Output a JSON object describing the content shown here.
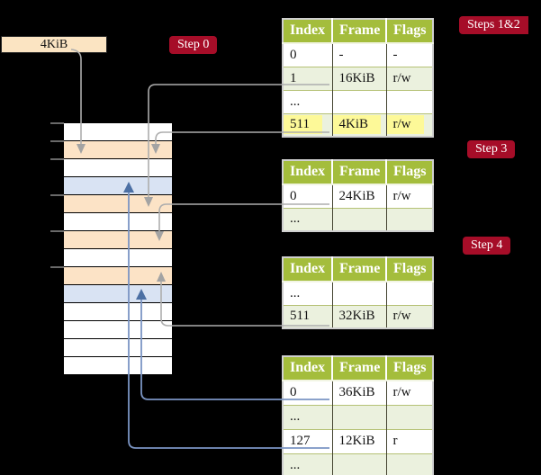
{
  "title_box": {
    "label": "4KiB"
  },
  "step_labels": [
    {
      "id": "step0",
      "label": "Step 0"
    },
    {
      "id": "steps12",
      "label": "Steps 1&2"
    },
    {
      "id": "step3",
      "label": "Step 3"
    },
    {
      "id": "step4",
      "label": "Step 4"
    }
  ],
  "memory": {
    "frames": [
      "white",
      "wheat",
      "white",
      "blue",
      "wheat",
      "white",
      "wheat",
      "white",
      "wheat",
      "blue",
      "white",
      "white",
      "white",
      "white"
    ]
  },
  "tables": [
    {
      "name": "page-table-steps-1-2",
      "headers": [
        "Index",
        "Frame",
        "Flags"
      ],
      "rows": [
        {
          "index": "0",
          "frame": "-",
          "flags": "-"
        },
        {
          "index": "1",
          "frame": "16KiB",
          "flags": "r/w",
          "underline": "gray"
        },
        {
          "index": "...",
          "frame": "",
          "flags": ""
        },
        {
          "index": "511",
          "frame": "4KiB",
          "flags": "r/w",
          "underline": "gray",
          "highlight": true
        }
      ]
    },
    {
      "name": "page-table-step-3",
      "headers": [
        "Index",
        "Frame",
        "Flags"
      ],
      "rows": [
        {
          "index": "0",
          "frame": "24KiB",
          "flags": "r/w",
          "underline": "gray"
        },
        {
          "index": "...",
          "frame": "",
          "flags": ""
        }
      ]
    },
    {
      "name": "page-table-step-4",
      "headers": [
        "Index",
        "Frame",
        "Flags"
      ],
      "rows": [
        {
          "index": "...",
          "frame": "",
          "flags": ""
        },
        {
          "index": "511",
          "frame": "32KiB",
          "flags": "r/w",
          "underline": "gray"
        }
      ]
    },
    {
      "name": "page-table-final",
      "headers": [
        "Index",
        "Frame",
        "Flags"
      ],
      "rows": [
        {
          "index": "0",
          "frame": "36KiB",
          "flags": "r/w",
          "underline": "blue"
        },
        {
          "index": "...",
          "frame": "",
          "flags": ""
        },
        {
          "index": "127",
          "frame": "12KiB",
          "flags": "r",
          "underline": "blue"
        },
        {
          "index": "...",
          "frame": "",
          "flags": ""
        }
      ]
    }
  ],
  "colors": {
    "badge_red": "#a60d28",
    "header_green": "#a4bd3c",
    "row_green": "#ebf1de",
    "highlight_yellow": "#fdf998",
    "frame_wheat": "#fce3c6",
    "frame_blue": "#d9e3f3",
    "connector_gray": "#a8a8a8",
    "connector_blue": "#7b95c4"
  }
}
